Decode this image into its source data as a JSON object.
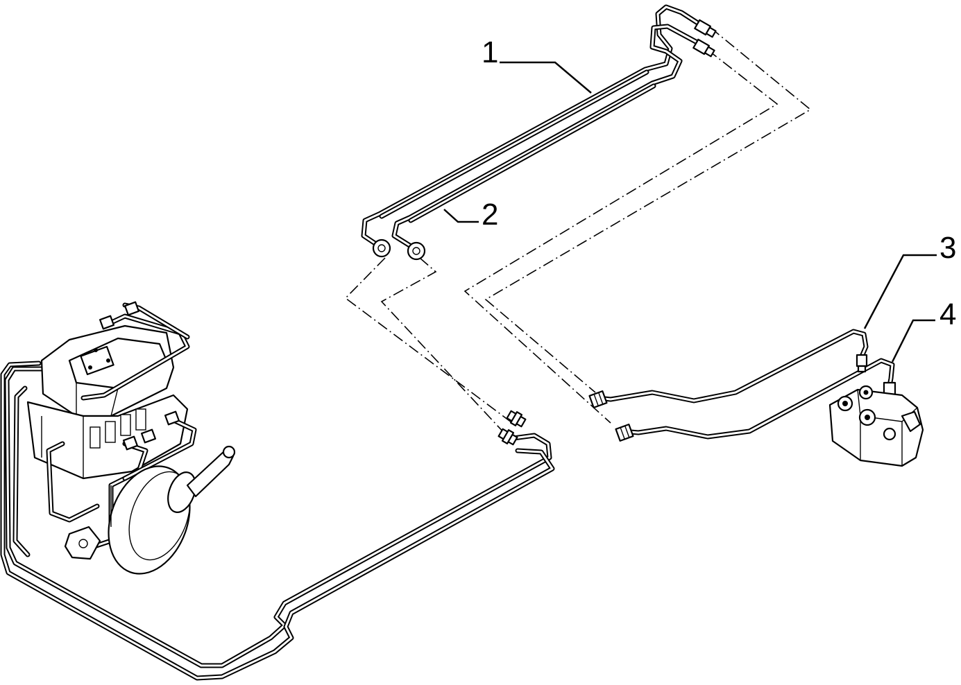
{
  "figure": {
    "callouts": [
      {
        "id": "1",
        "label": "1"
      },
      {
        "id": "2",
        "label": "2"
      },
      {
        "id": "3",
        "label": "3"
      },
      {
        "id": "4",
        "label": "4"
      }
    ]
  },
  "colors": {
    "ink": "#000000",
    "paper": "#ffffff"
  }
}
